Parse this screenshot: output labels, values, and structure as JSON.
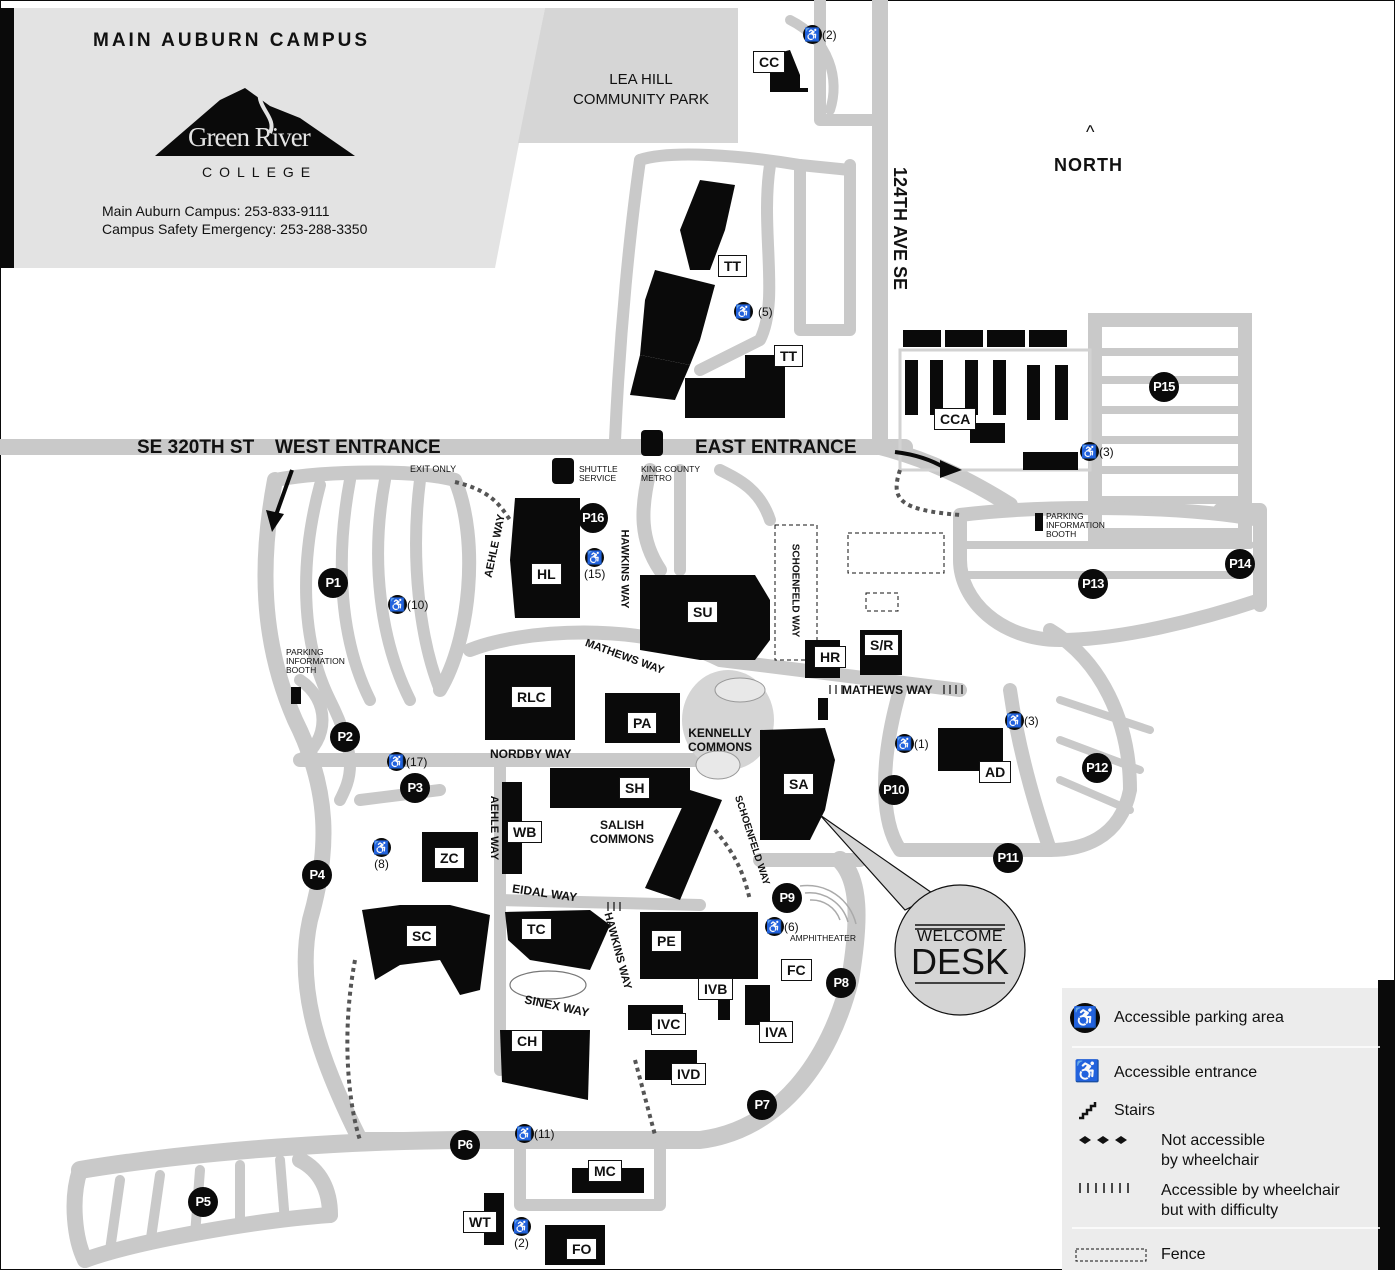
{
  "header": {
    "title": "MAIN AUBURN CAMPUS",
    "logo_text": "Green River",
    "logo_sub": "COLLEGE",
    "phone_main": "Main Auburn Campus: 253-833-9111",
    "phone_safety": "Campus Safety Emergency: 253-288-3350"
  },
  "park_label": "LEA HILL\nCOMMUNITY PARK",
  "north_label": "NORTH",
  "roads": {
    "se320": "SE 320TH ST",
    "west_entrance": "WEST ENTRANCE",
    "east_entrance": "EAST ENTRANCE",
    "ave124": "124TH AVE SE",
    "exit_only": "EXIT ONLY",
    "aehle_way_1": "AEHLE WAY",
    "aehle_way_2": "AEHLE WAY",
    "hawkins_way_1": "HAWKINS WAY",
    "hawkins_way_2": "HAWKINS WAY",
    "schoenfeld_way_1": "SCHOENFELD WAY",
    "schoenfeld_way_2": "SCHOENFELD WAY",
    "mathews_way_1": "MATHEWS WAY",
    "mathews_way_2": "MATHEWS WAY",
    "nordby_way": "NORDBY WAY",
    "eidal_way": "EIDAL WAY",
    "sinex_way": "SINEX WAY"
  },
  "services": {
    "shuttle": "SHUTTLE\nSERVICE",
    "metro": "KING COUNTY\nMETRO",
    "parking_booth_1": "PARKING\nINFORMATION\nBOOTH",
    "parking_booth_2": "PARKING\nINFORMATION\nBOOTH",
    "amphitheater": "AMPHITHEATER"
  },
  "commons": {
    "kennelly": "KENNELLY\nCOMMONS",
    "salish": "SALISH\nCOMMONS"
  },
  "buildings": [
    "CC",
    "TT",
    "TT",
    "CCA",
    "HL",
    "SU",
    "HR",
    "S/R",
    "RLC",
    "PA",
    "SA",
    "AD",
    "SH",
    "WB",
    "ZC",
    "SC",
    "TC",
    "PE",
    "FC",
    "IVB",
    "IVA",
    "IVC",
    "IVD",
    "CH",
    "MC",
    "WT",
    "FO"
  ],
  "parking_lots": [
    "P1",
    "P2",
    "P3",
    "P4",
    "P5",
    "P6",
    "P7",
    "P8",
    "P9",
    "P10",
    "P11",
    "P12",
    "P13",
    "P14",
    "P15",
    "P16"
  ],
  "accessible_counts": [
    "(2)",
    "(5)",
    "(3)",
    "(15)",
    "(10)",
    "(17)",
    "(8)",
    "(1)",
    "(3)",
    "(6)",
    "(11)",
    "(2)"
  ],
  "welcome": {
    "line1": "WELCOME",
    "line2": "DESK"
  },
  "legend": {
    "accessible_parking": "Accessible parking area",
    "accessible_entrance": "Accessible entrance",
    "stairs": "Stairs",
    "not_accessible": "Not accessible\nby wheelchair",
    "difficult": "Accessible by wheelchair\nbut with difficulty",
    "fence": "Fence"
  },
  "colors": {
    "road": "#c9c9c9",
    "building": "#0a0a0a",
    "header_bg": "#e3e3e3"
  }
}
